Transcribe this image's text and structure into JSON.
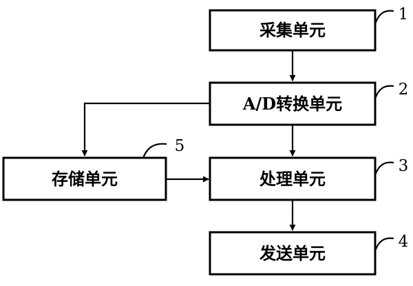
{
  "nodes": [
    {
      "id": "acquisition",
      "label": "采集单元",
      "ref": "1"
    },
    {
      "id": "ad-conversion",
      "label": "A/D转换单元",
      "ref": "2"
    },
    {
      "id": "processing",
      "label": "处理单元",
      "ref": "3"
    },
    {
      "id": "sending",
      "label": "发送单元",
      "ref": "4"
    },
    {
      "id": "storage",
      "label": "存储单元",
      "ref": "5"
    }
  ],
  "edges": [
    {
      "from": "acquisition",
      "to": "ad-conversion"
    },
    {
      "from": "ad-conversion",
      "to": "processing"
    },
    {
      "from": "ad-conversion",
      "to": "storage"
    },
    {
      "from": "storage",
      "to": "processing"
    },
    {
      "from": "processing",
      "to": "sending"
    }
  ]
}
